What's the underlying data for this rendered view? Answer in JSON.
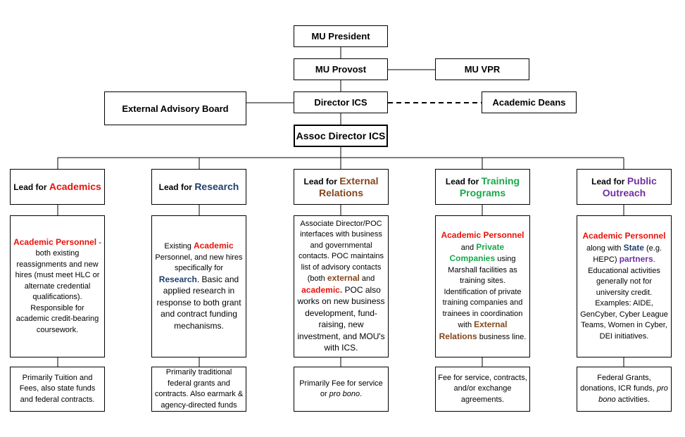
{
  "colors": {
    "academics": "#e8120b",
    "research": "#1f3f6e",
    "external_relations": "#84451c",
    "training": "#18a84a",
    "public_outreach": "#7030a0"
  },
  "top": {
    "president": "MU President",
    "provost": "MU Provost",
    "vpr": "MU VPR",
    "director": "Director ICS",
    "advisory_board": "External Advisory Board",
    "deans": "Academic Deans",
    "assoc_director": "Assoc Director ICS"
  },
  "leads": {
    "prefix": "Lead for",
    "academics": "Academics",
    "research": "Research",
    "external_relations": "External Relations",
    "training": "Training Programs",
    "public_outreach": "Public Outreach"
  },
  "desc": {
    "academics": {
      "personnel": "Academic Personnel",
      "text1": " - both existing reassignments and new hires (must meet HLC or alternate credential qualifications). Responsible for academic credit-bearing coursework."
    },
    "research": {
      "text1": "Existing ",
      "academic": "Academic",
      "text2": " Personnel, and new hires specifically for ",
      "research": "Research",
      "text3": ". Basic and applied research in response to both grant and contract funding mechanisms."
    },
    "external": {
      "text1": "Associate Director/POC interfaces with business and governmental contacts.  POC maintains list of advisory contacts (both ",
      "external": "external",
      "text2": " and ",
      "academic": "academic.",
      "text3": "  POC also works on new business development, fund-raising, new investment, and MOU's with ICS."
    },
    "training": {
      "personnel": "Academic Personnel",
      "text1": " and ",
      "companies": "Private Companies",
      "text2": " using Marshall facilities as training sites. Identification of private training companies and trainees in coordination with ",
      "external": "External Relations",
      "text3": " business line."
    },
    "outreach": {
      "personnel": "Academic Personnel",
      "text1": " along with ",
      "state": "State",
      "text2": " (e.g. HEPC) ",
      "partners": "partners",
      "text3": ". Educational activities generally not for university credit. Examples: AIDE, GenCyber, Cyber League Teams, Women in Cyber, DEI initiatives."
    }
  },
  "funding": {
    "academics": "Primarily Tuition and Fees, also state funds and federal contracts.",
    "research": "Primarily traditional federal grants and contracts.  Also earmark & agency-directed funds",
    "external": {
      "text1": "Primarily Fee for service or ",
      "italic": "pro bono",
      "text2": "."
    },
    "training": "Fee for service, contracts, and/or exchange agreements.",
    "outreach": {
      "text1": "Federal Grants, donations, ICR funds, ",
      "italic": "pro bono",
      "text2": " activities."
    }
  }
}
